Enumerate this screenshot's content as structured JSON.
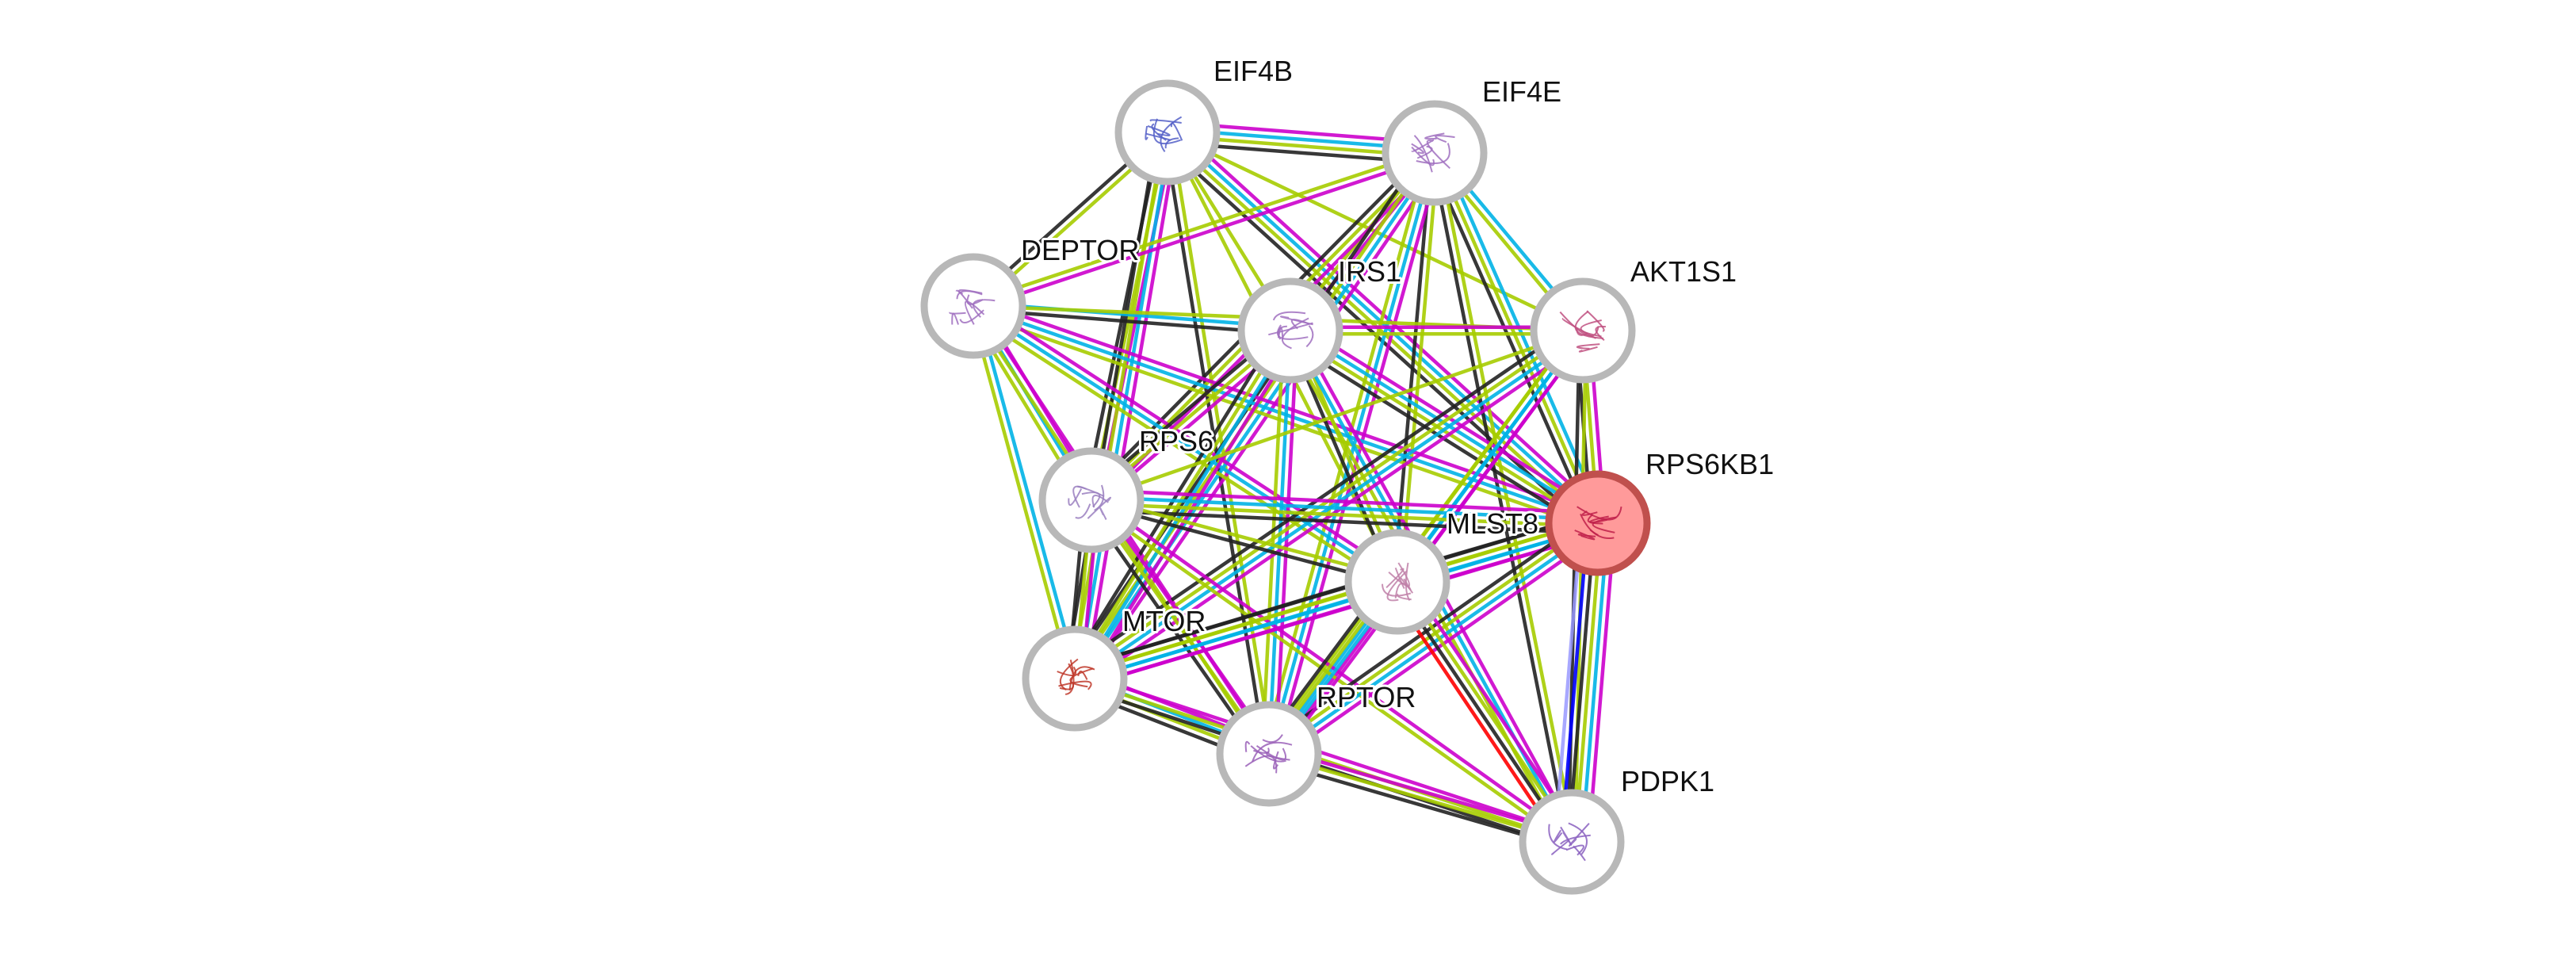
{
  "network": {
    "query_protein": "RPS6KB1",
    "evidence_colors": {
      "experiments": "#cc00cc",
      "databases": "#00b3e6",
      "textmining": "#a6cc00",
      "coexpression": "#222222",
      "gene_fusion": "#ff0000",
      "cooccurrence": "#0000ff",
      "neighborhood": "#9999ff"
    },
    "nodes": [
      {
        "id": "EIF4B",
        "label": "EIF4B",
        "query": false,
        "structure_color": "#5560c8"
      },
      {
        "id": "EIF4E",
        "label": "EIF4E",
        "query": false,
        "structure_color": "#a070c0"
      },
      {
        "id": "DEPTOR",
        "label": "DEPTOR",
        "query": false,
        "structure_color": "#a070c0"
      },
      {
        "id": "IRS1",
        "label": "IRS1",
        "query": false,
        "structure_color": "#a070c0"
      },
      {
        "id": "AKT1S1",
        "label": "AKT1S1",
        "query": false,
        "structure_color": "#c05080"
      },
      {
        "id": "RPS6",
        "label": "RPS6",
        "query": false,
        "structure_color": "#9a7fc0"
      },
      {
        "id": "RPS6KB1",
        "label": "RPS6KB1",
        "query": true,
        "structure_color": "#c0204a"
      },
      {
        "id": "MLST8",
        "label": "MLST8",
        "query": false,
        "structure_color": "#c080a8"
      },
      {
        "id": "MTOR",
        "label": "MTOR",
        "query": false,
        "structure_color": "#c0392b"
      },
      {
        "id": "RPTOR",
        "label": "RPTOR",
        "query": false,
        "structure_color": "#9a60b8"
      },
      {
        "id": "PDPK1",
        "label": "PDPK1",
        "query": false,
        "structure_color": "#8a60c0"
      }
    ],
    "edges": [
      {
        "source": "EIF4B",
        "target": "EIF4E",
        "evidence": [
          "experiments",
          "databases",
          "textmining",
          "coexpression"
        ]
      },
      {
        "source": "EIF4B",
        "target": "DEPTOR",
        "evidence": [
          "textmining",
          "coexpression"
        ]
      },
      {
        "source": "EIF4B",
        "target": "IRS1",
        "evidence": [
          "textmining"
        ]
      },
      {
        "source": "EIF4B",
        "target": "AKT1S1",
        "evidence": [
          "textmining"
        ]
      },
      {
        "source": "EIF4B",
        "target": "RPS6",
        "evidence": [
          "experiments",
          "textmining",
          "coexpression"
        ]
      },
      {
        "source": "EIF4B",
        "target": "RPS6KB1",
        "evidence": [
          "experiments",
          "databases",
          "textmining",
          "coexpression"
        ]
      },
      {
        "source": "EIF4B",
        "target": "MLST8",
        "evidence": [
          "textmining"
        ]
      },
      {
        "source": "EIF4B",
        "target": "MTOR",
        "evidence": [
          "experiments",
          "databases",
          "textmining",
          "coexpression"
        ]
      },
      {
        "source": "EIF4B",
        "target": "RPTOR",
        "evidence": [
          "textmining",
          "coexpression"
        ]
      },
      {
        "source": "EIF4E",
        "target": "DEPTOR",
        "evidence": [
          "experiments",
          "textmining"
        ]
      },
      {
        "source": "EIF4E",
        "target": "IRS1",
        "evidence": [
          "experiments",
          "textmining"
        ]
      },
      {
        "source": "EIF4E",
        "target": "AKT1S1",
        "evidence": [
          "databases",
          "textmining"
        ]
      },
      {
        "source": "EIF4E",
        "target": "RPS6",
        "evidence": [
          "experiments",
          "textmining",
          "coexpression"
        ]
      },
      {
        "source": "EIF4E",
        "target": "RPS6KB1",
        "evidence": [
          "databases",
          "textmining",
          "coexpression"
        ]
      },
      {
        "source": "EIF4E",
        "target": "MLST8",
        "evidence": [
          "textmining",
          "coexpression"
        ]
      },
      {
        "source": "EIF4E",
        "target": "MTOR",
        "evidence": [
          "experiments",
          "databases",
          "textmining",
          "coexpression"
        ]
      },
      {
        "source": "EIF4E",
        "target": "RPTOR",
        "evidence": [
          "experiments",
          "databases",
          "textmining"
        ]
      },
      {
        "source": "EIF4E",
        "target": "PDPK1",
        "evidence": [
          "textmining",
          "coexpression"
        ]
      },
      {
        "source": "DEPTOR",
        "target": "IRS1",
        "evidence": [
          "databases",
          "coexpression"
        ]
      },
      {
        "source": "DEPTOR",
        "target": "AKT1S1",
        "evidence": [
          "textmining"
        ]
      },
      {
        "source": "DEPTOR",
        "target": "RPS6",
        "evidence": [
          "experiments",
          "databases",
          "textmining"
        ]
      },
      {
        "source": "DEPTOR",
        "target": "RPS6KB1",
        "evidence": [
          "experiments",
          "databases",
          "textmining"
        ]
      },
      {
        "source": "DEPTOR",
        "target": "MLST8",
        "evidence": [
          "experiments",
          "databases",
          "textmining"
        ]
      },
      {
        "source": "DEPTOR",
        "target": "MTOR",
        "evidence": [
          "databases",
          "textmining"
        ]
      },
      {
        "source": "DEPTOR",
        "target": "RPTOR",
        "evidence": [
          "experiments",
          "textmining"
        ]
      },
      {
        "source": "IRS1",
        "target": "AKT1S1",
        "evidence": [
          "experiments",
          "textmining"
        ]
      },
      {
        "source": "IRS1",
        "target": "RPS6",
        "evidence": [
          "experiments",
          "textmining",
          "coexpression"
        ]
      },
      {
        "source": "IRS1",
        "target": "RPS6KB1",
        "evidence": [
          "experiments",
          "databases",
          "textmining",
          "coexpression"
        ]
      },
      {
        "source": "IRS1",
        "target": "MLST8",
        "evidence": [
          "textmining",
          "coexpression"
        ]
      },
      {
        "source": "IRS1",
        "target": "MTOR",
        "evidence": [
          "experiments",
          "databases",
          "textmining",
          "coexpression"
        ]
      },
      {
        "source": "IRS1",
        "target": "RPTOR",
        "evidence": [
          "experiments",
          "databases",
          "textmining"
        ]
      },
      {
        "source": "IRS1",
        "target": "PDPK1",
        "evidence": [
          "experiments",
          "databases",
          "textmining"
        ]
      },
      {
        "source": "AKT1S1",
        "target": "RPS6",
        "evidence": [
          "textmining"
        ]
      },
      {
        "source": "AKT1S1",
        "target": "RPS6KB1",
        "evidence": [
          "experiments",
          "textmining",
          "coexpression"
        ]
      },
      {
        "source": "AKT1S1",
        "target": "MLST8",
        "evidence": [
          "experiments",
          "databases",
          "textmining"
        ]
      },
      {
        "source": "AKT1S1",
        "target": "MTOR",
        "evidence": [
          "experiments",
          "databases",
          "textmining",
          "coexpression"
        ]
      },
      {
        "source": "AKT1S1",
        "target": "RPTOR",
        "evidence": [
          "experiments",
          "databases",
          "textmining"
        ]
      },
      {
        "source": "AKT1S1",
        "target": "PDPK1",
        "evidence": [
          "textmining",
          "coexpression"
        ]
      },
      {
        "source": "RPS6",
        "target": "RPS6KB1",
        "evidence": [
          "experiments",
          "databases",
          "textmining",
          "coexpression"
        ]
      },
      {
        "source": "RPS6",
        "target": "MLST8",
        "evidence": [
          "textmining",
          "coexpression"
        ]
      },
      {
        "source": "RPS6",
        "target": "MTOR",
        "evidence": [
          "experiments",
          "textmining",
          "coexpression"
        ]
      },
      {
        "source": "RPS6",
        "target": "RPTOR",
        "evidence": [
          "experiments",
          "textmining",
          "coexpression"
        ]
      },
      {
        "source": "RPS6",
        "target": "PDPK1",
        "evidence": [
          "experiments",
          "textmining"
        ]
      },
      {
        "source": "RPS6KB1",
        "target": "MLST8",
        "evidence": [
          "experiments",
          "databases",
          "textmining",
          "coexpression"
        ]
      },
      {
        "source": "RPS6KB1",
        "target": "MTOR",
        "evidence": [
          "experiments",
          "databases",
          "textmining",
          "coexpression"
        ]
      },
      {
        "source": "RPS6KB1",
        "target": "RPTOR",
        "evidence": [
          "experiments",
          "databases",
          "textmining",
          "coexpression"
        ]
      },
      {
        "source": "RPS6KB1",
        "target": "PDPK1",
        "evidence": [
          "experiments",
          "databases",
          "textmining",
          "coexpression",
          "cooccurrence",
          "neighborhood"
        ]
      },
      {
        "source": "MLST8",
        "target": "MTOR",
        "evidence": [
          "experiments",
          "databases",
          "textmining",
          "coexpression"
        ]
      },
      {
        "source": "MLST8",
        "target": "RPTOR",
        "evidence": [
          "experiments",
          "databases",
          "textmining",
          "coexpression"
        ]
      },
      {
        "source": "MLST8",
        "target": "PDPK1",
        "evidence": [
          "experiments",
          "textmining",
          "coexpression",
          "gene_fusion"
        ]
      },
      {
        "source": "MTOR",
        "target": "RPTOR",
        "evidence": [
          "experiments",
          "databases",
          "textmining",
          "coexpression"
        ]
      },
      {
        "source": "MTOR",
        "target": "PDPK1",
        "evidence": [
          "experiments",
          "textmining",
          "coexpression"
        ]
      },
      {
        "source": "RPTOR",
        "target": "PDPK1",
        "evidence": [
          "experiments",
          "textmining",
          "coexpression"
        ]
      }
    ]
  }
}
